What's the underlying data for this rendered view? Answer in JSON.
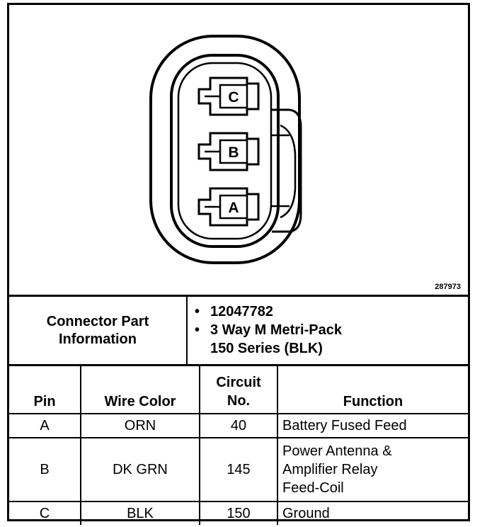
{
  "figure_number": "287973",
  "pins": [
    "C",
    "B",
    "A"
  ],
  "connector_info": {
    "label_lines": [
      "Connector Part",
      "Information"
    ],
    "bullet": "•",
    "values": [
      [
        "12047782"
      ],
      [
        "3 Way M Metri-Pack",
        "150 Series (BLK)"
      ]
    ]
  },
  "table": {
    "headers": {
      "pin": "Pin",
      "wire_color": "Wire Color",
      "circuit_line1": "Circuit",
      "circuit_line2": "No.",
      "function": "Function"
    },
    "rows": [
      {
        "pin": "A",
        "wire_color": "ORN",
        "circuit": "40",
        "function": [
          "Battery Fused Feed"
        ]
      },
      {
        "pin": "B",
        "wire_color": "DK GRN",
        "circuit": "145",
        "function": [
          "Power Antenna &",
          "Amplifier Relay",
          "Feed-Coil"
        ]
      },
      {
        "pin": "C",
        "wire_color": "BLK",
        "circuit": "150",
        "function": [
          "Ground"
        ]
      }
    ]
  }
}
